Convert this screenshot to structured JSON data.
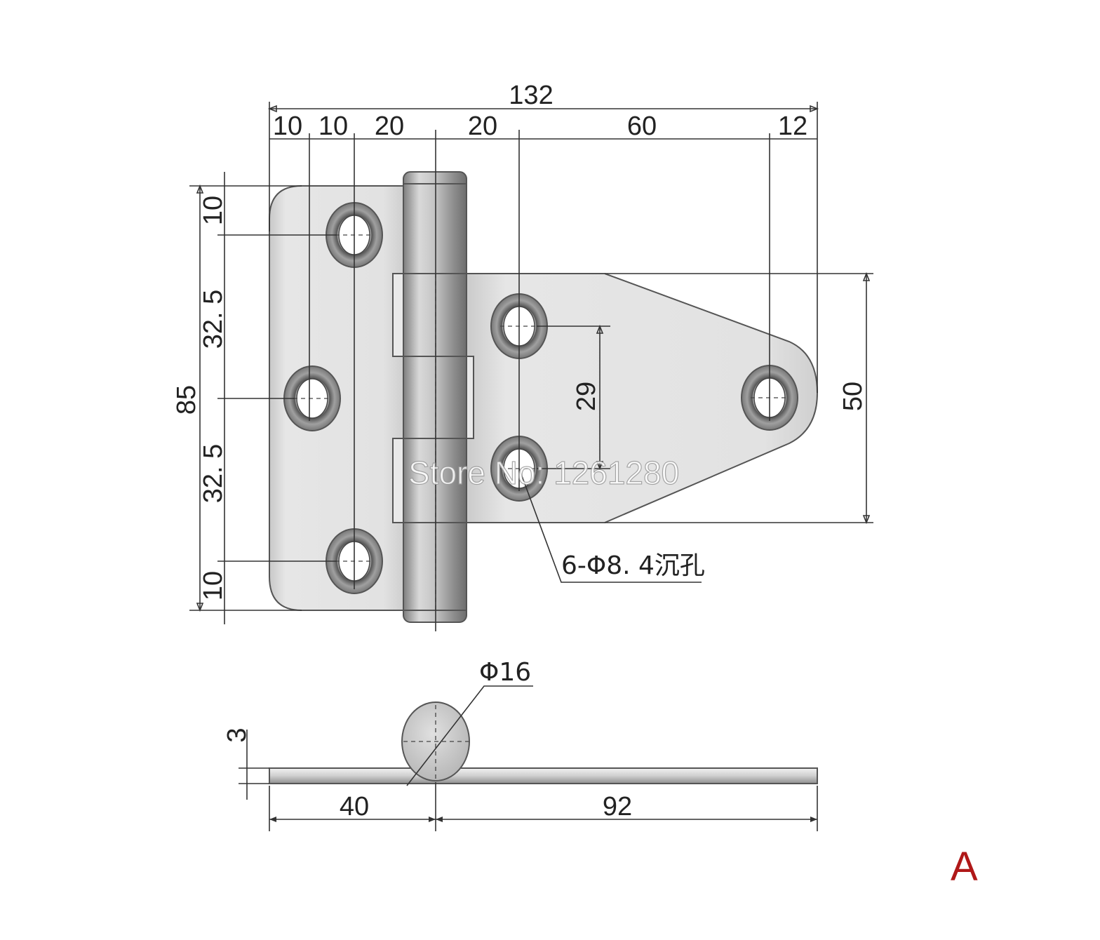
{
  "dimensions": {
    "overall_width": "132",
    "seg_1": "10",
    "seg_2": "10",
    "seg_3": "20",
    "seg_4": "20",
    "seg_5": "60",
    "seg_6": "12",
    "total_height": "85",
    "left_top": "10",
    "left_upper": "32. 5",
    "left_lower": "32. 5",
    "left_bottom": "10",
    "hole_spacing_vertical": "29",
    "leaf_height": "50",
    "hole_note": "6-Φ8. 4沉孔",
    "pin_diameter": "Φ16",
    "thickness": "3",
    "side_left": "40",
    "side_right": "92"
  },
  "watermark": "Store No: 1261280",
  "variant_label": "A",
  "colors": {
    "metal_light": "#e4e4e4",
    "metal_dark": "#8a8a8a",
    "line": "#333333",
    "label": "#b01818"
  }
}
